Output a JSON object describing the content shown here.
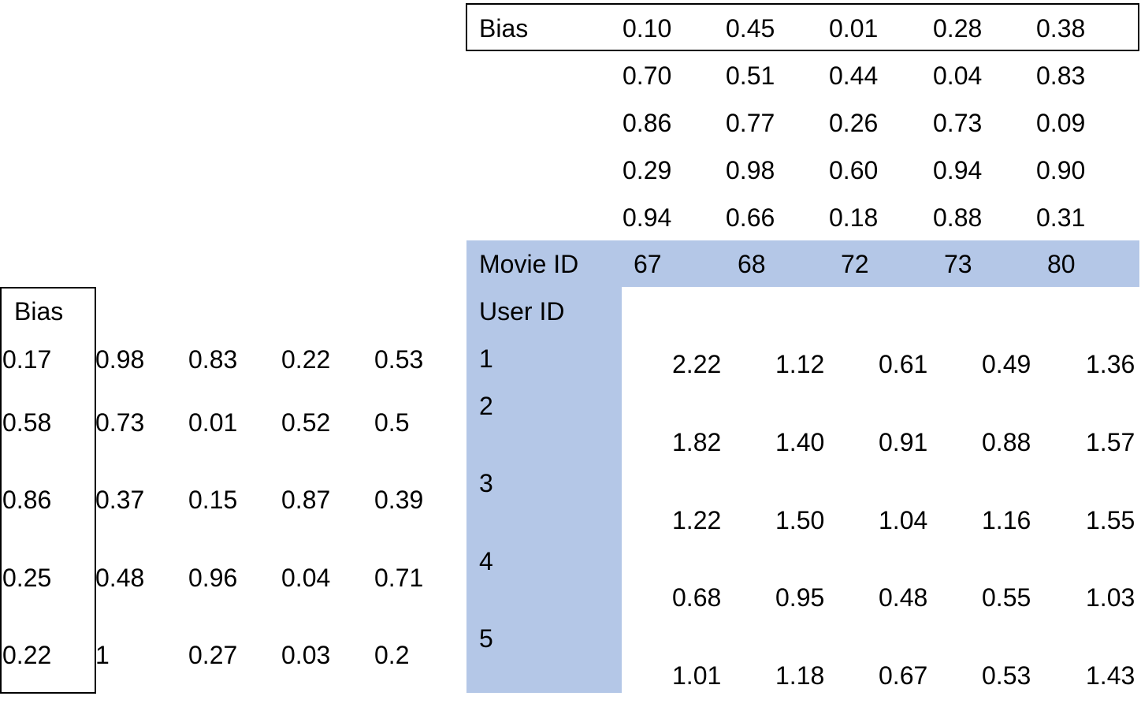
{
  "movie_bias": {
    "label": "Bias",
    "values": [
      "0.10",
      "0.45",
      "0.01",
      "0.28",
      "0.38"
    ]
  },
  "movie_factors": [
    [
      "0.70",
      "0.51",
      "0.44",
      "0.04",
      "0.83"
    ],
    [
      "0.86",
      "0.77",
      "0.26",
      "0.73",
      "0.09"
    ],
    [
      "0.29",
      "0.98",
      "0.60",
      "0.94",
      "0.90"
    ],
    [
      "0.94",
      "0.66",
      "0.18",
      "0.88",
      "0.31"
    ]
  ],
  "movie_header": {
    "label": "Movie ID",
    "ids": [
      "67",
      "68",
      "72",
      "73",
      "80"
    ]
  },
  "user_header": {
    "label": "User ID",
    "ids": [
      "1",
      "2",
      "3",
      "4",
      "5"
    ]
  },
  "user_bias": {
    "label": "Bias",
    "values": [
      "0.17",
      "0.58",
      "0.86",
      "0.25",
      "0.22"
    ]
  },
  "user_factors": [
    [
      "0.98",
      "0.83",
      "0.22",
      "0.53"
    ],
    [
      "0.73",
      "0.01",
      "0.52",
      "0.5"
    ],
    [
      "0.37",
      "0.15",
      "0.87",
      "0.39"
    ],
    [
      "0.48",
      "0.96",
      "0.04",
      "0.71"
    ],
    [
      "1",
      "0.27",
      "0.03",
      "0.2"
    ]
  ],
  "predictions": [
    [
      "2.22",
      "1.12",
      "0.61",
      "0.49",
      "1.36"
    ],
    [
      "1.82",
      "1.40",
      "0.91",
      "0.88",
      "1.57"
    ],
    [
      "1.22",
      "1.50",
      "1.04",
      "1.16",
      "1.55"
    ],
    [
      "0.68",
      "0.95",
      "0.48",
      "0.55",
      "1.03"
    ],
    [
      "1.01",
      "1.18",
      "0.67",
      "0.53",
      "1.43"
    ]
  ],
  "colors": {
    "header_fill": "#b4c7e7",
    "border": "#000000"
  }
}
